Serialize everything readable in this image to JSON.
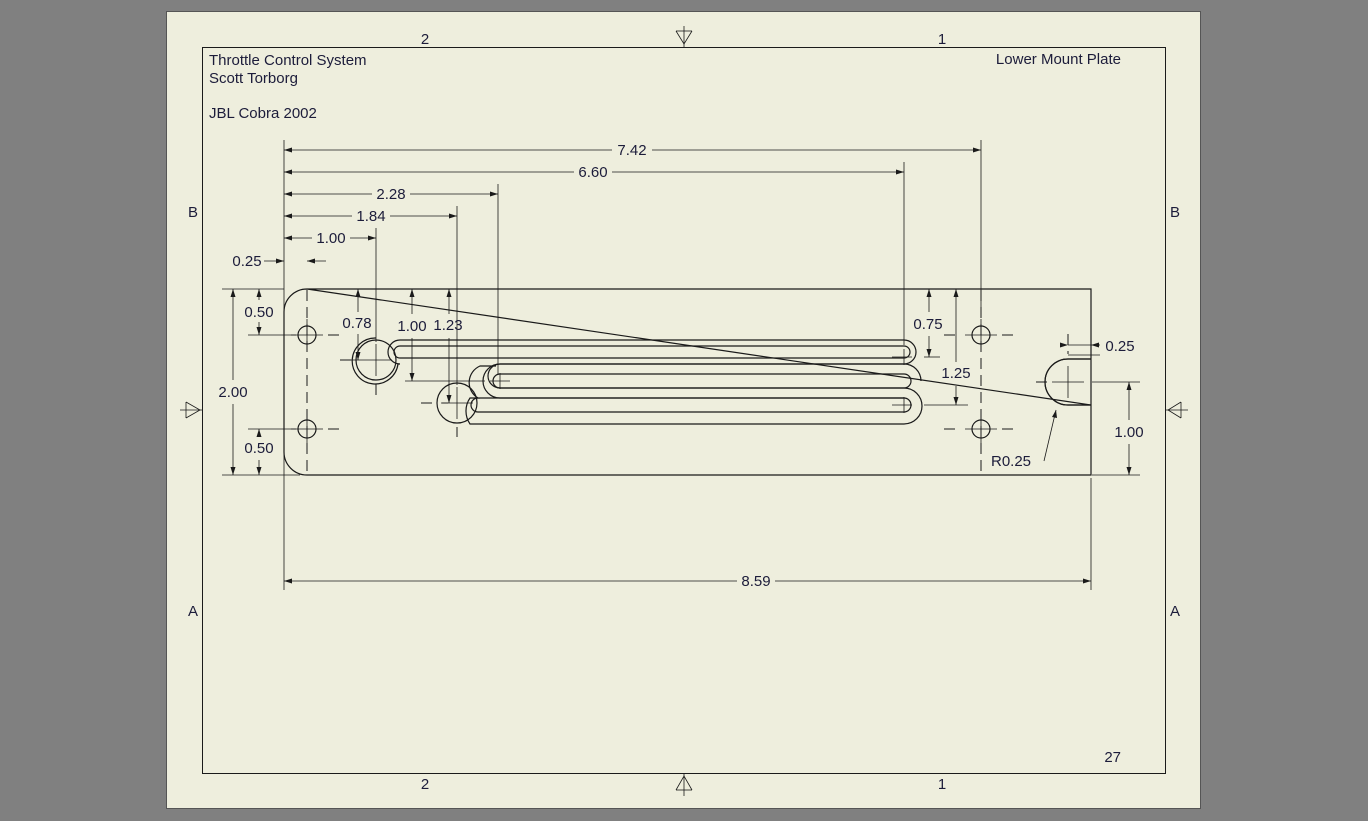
{
  "title_block": {
    "project": "Throttle Control System",
    "author": "Scott Torborg",
    "vehicle": "JBL Cobra 2002",
    "part_name": "Lower Mount Plate",
    "sheet_number": "27"
  },
  "zones": {
    "col_left": "2",
    "col_right": "1",
    "row_top": "B",
    "row_bottom": "A"
  },
  "dimensions": {
    "overall_length": "8.59",
    "dim_7_42": "7.42",
    "dim_6_60": "6.60",
    "dim_2_28": "2.28",
    "dim_1_84": "1.84",
    "dim_1_00_h": "1.00",
    "dim_0_25_left": "0.25",
    "dim_0_50_top": "0.50",
    "dim_2_00": "2.00",
    "dim_0_50_bot": "0.50",
    "dim_0_78": "0.78",
    "dim_1_00_v": "1.00",
    "dim_1_23": "1.23",
    "dim_0_75": "0.75",
    "dim_1_25": "1.25",
    "dim_0_25_right": "0.25",
    "dim_1_00_right": "1.00",
    "radius_callout": "R0.25"
  },
  "colors": {
    "background": "#808080",
    "sheet": "#eeeedd",
    "ink": "#1a1a1a",
    "text": "#1c1c3a"
  }
}
